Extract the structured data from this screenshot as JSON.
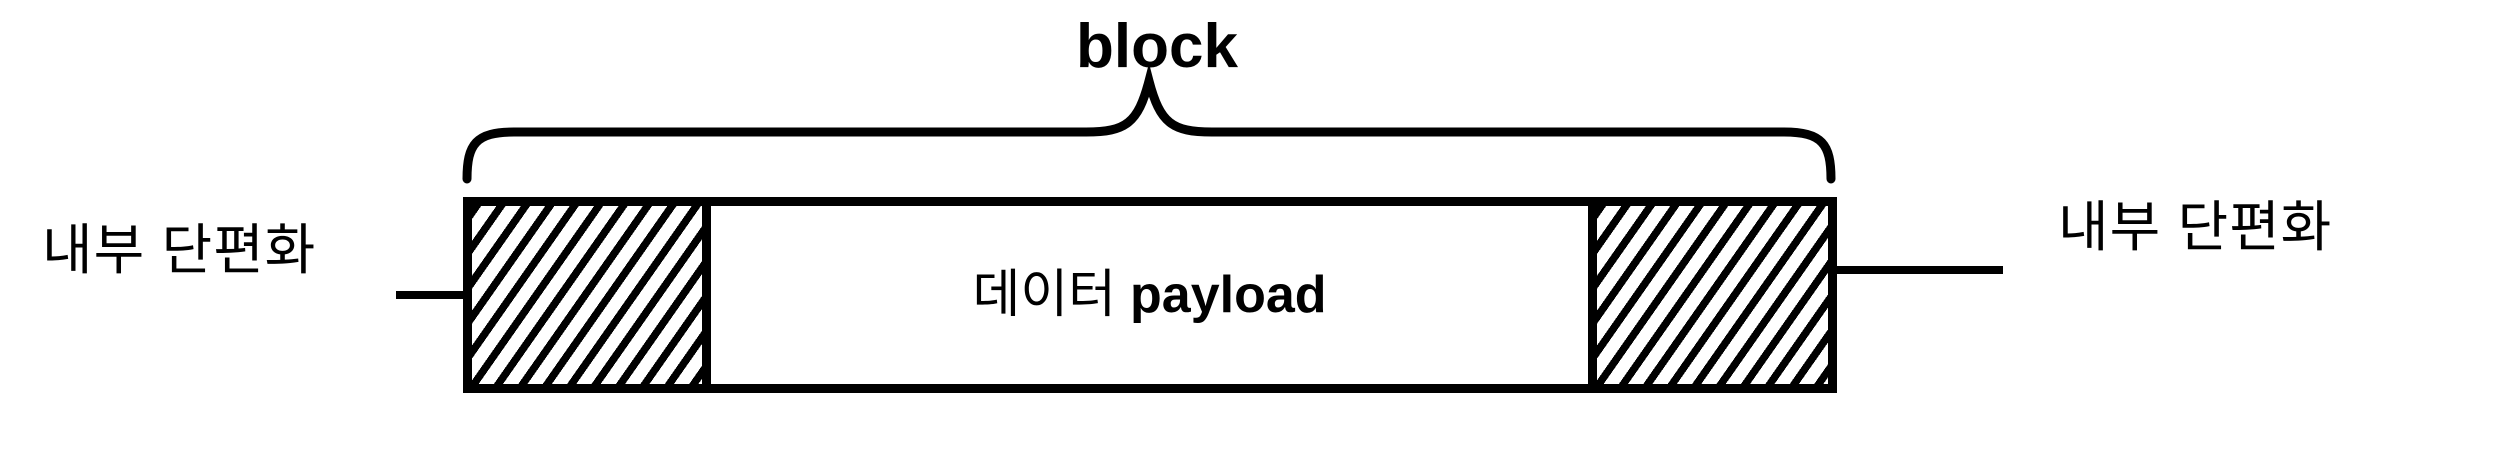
{
  "diagram": {
    "title": "block",
    "block": {
      "payload_label_ko": "데이터",
      "payload_label_en": "payload"
    },
    "left_annotation": {
      "label": "내부 단편화"
    },
    "right_annotation": {
      "label": "내부 단편화"
    }
  },
  "colors": {
    "ink": "#000000",
    "background": "#ffffff"
  }
}
